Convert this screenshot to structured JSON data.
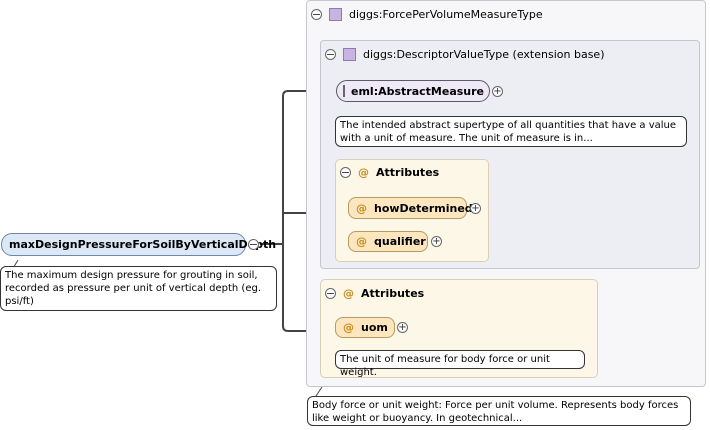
{
  "root_element": {
    "name": "maxDesignPressureForSoilByVerticalDepth",
    "doc": "The maximum design pressure for grouting in soil, recorded as pressure per unit of vertical depth (eg. psi/ft)"
  },
  "complex_type": {
    "title": "diggs:ForcePerVolumeMeasureType",
    "doc": "Body force or unit weight: Force per unit volume. Represents body forces like weight or buoyancy. In geotechnical..."
  },
  "extension": {
    "title": "diggs:DescriptorValueType (extension base)",
    "abstract_element": {
      "name": "eml:AbstractMeasure",
      "doc": "The intended abstract supertype of all quantities that have a value with a unit of measure. The unit of measure is in..."
    },
    "attributes": {
      "title": "Attributes",
      "items": [
        "howDetermined",
        "qualifier"
      ]
    }
  },
  "outer_attributes": {
    "title": "Attributes",
    "items": [
      "uom"
    ],
    "uom_doc": "The unit of measure for body force or unit weight."
  },
  "icons": {
    "collapse": "⊖",
    "expand": "+",
    "attribute": "@"
  },
  "colors": {
    "element_fill": "#dde8f6",
    "abstract_fill": "#efe8f6",
    "attribute_fill": "#fbe6c0",
    "attributes_group_fill": "#fdf7e7",
    "type_panel_fill": "#f7f7f9",
    "extension_panel_fill": "#ededf4"
  }
}
